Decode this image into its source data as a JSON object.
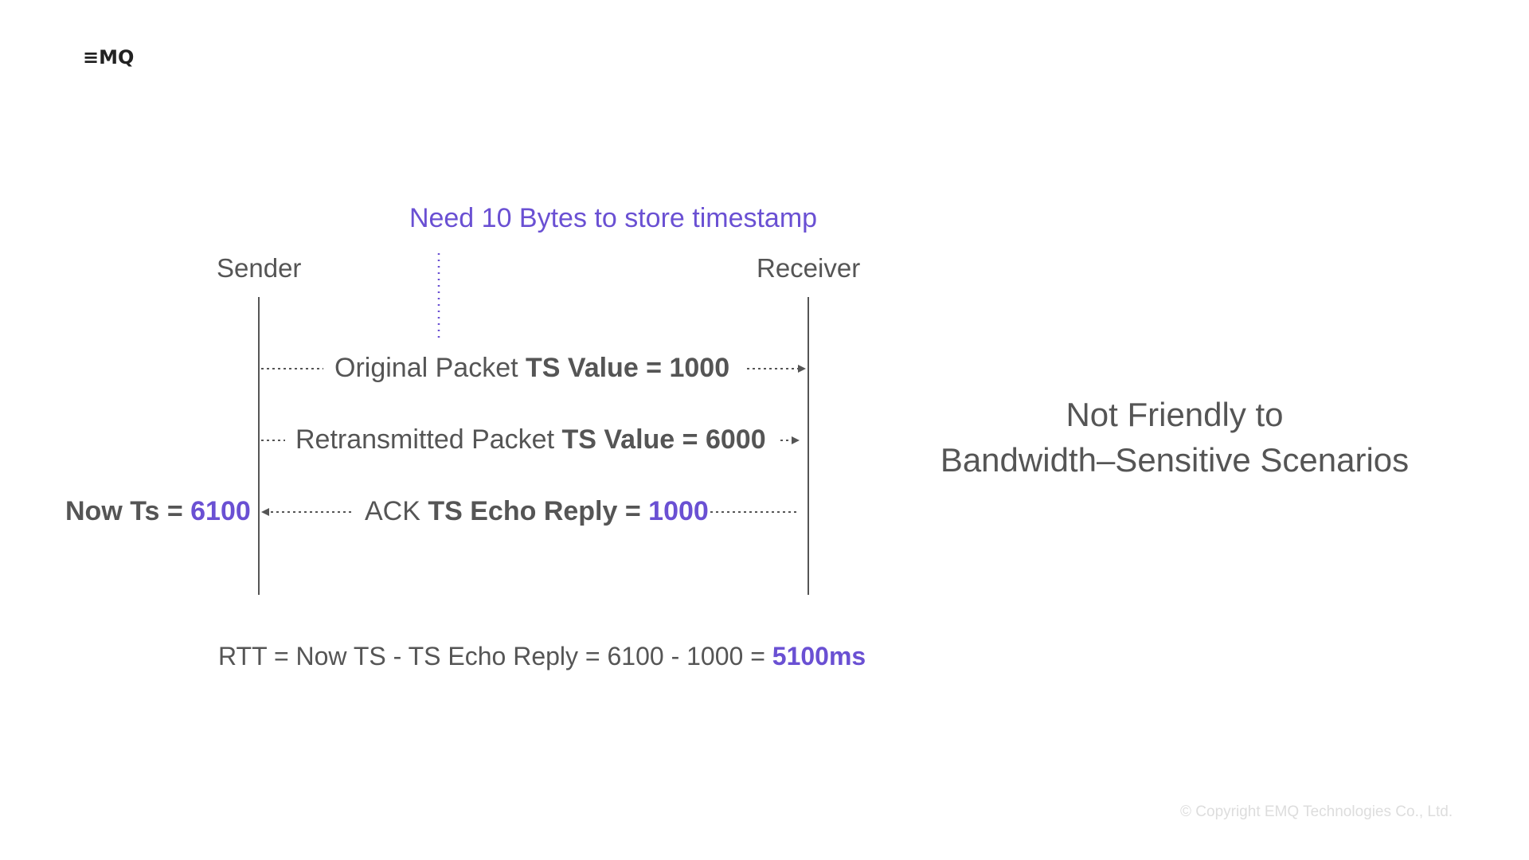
{
  "logo": {
    "text": "≡MQ"
  },
  "diagram": {
    "note": "Need 10 Bytes to store timestamp",
    "sender_label": "Sender",
    "receiver_label": "Receiver",
    "messages": [
      {
        "prefix": "Original Packet ",
        "bold": "TS Value = ",
        "value": " 1000",
        "direction": "to-receiver"
      },
      {
        "prefix": "Retransmitted Packet ",
        "bold": "TS Value = ",
        "value": "6000",
        "direction": "to-receiver"
      },
      {
        "prefix": "ACK ",
        "bold": "TS Echo Reply = ",
        "value": "1000",
        "direction": "to-sender"
      }
    ],
    "now_ts": {
      "label": "Now Ts = ",
      "value": "6100"
    },
    "formula": {
      "text": "RTT = Now TS - TS Echo Reply = 6100 - 1000 = ",
      "result": "5100ms"
    }
  },
  "side_note": {
    "line1": "Not Friendly to",
    "line2": "Bandwidth–Sensitive Scenarios"
  },
  "footer": {
    "copyright": "© Copyright EMQ Technologies Co., Ltd."
  },
  "colors": {
    "accent": "#6a50d3",
    "text": "#555555",
    "footer": "#dddddd"
  }
}
